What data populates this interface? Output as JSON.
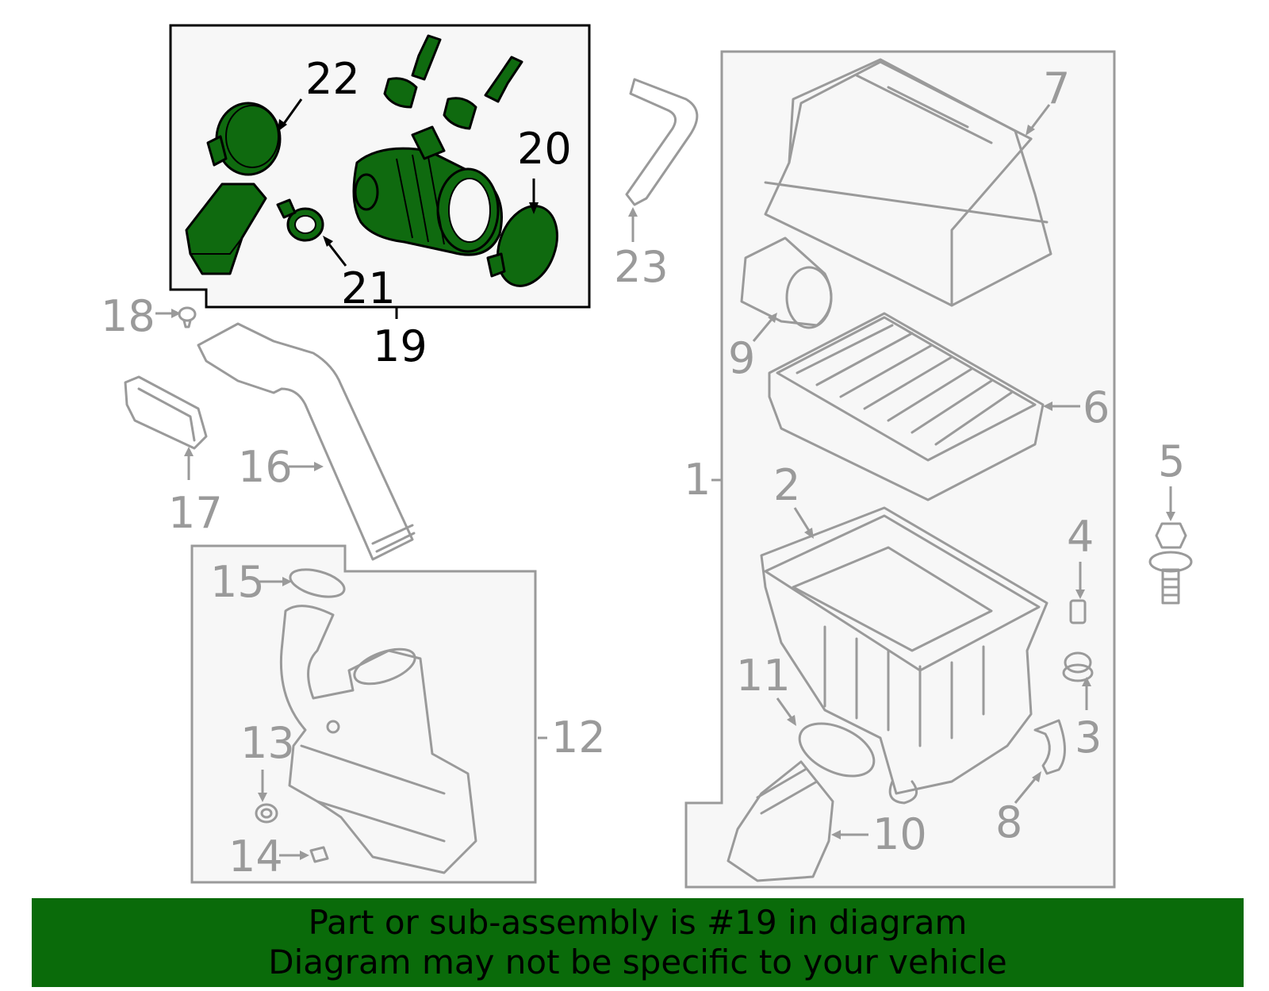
{
  "banner": {
    "line1": "Part or sub-assembly is #19 in diagram",
    "line2": "Diagram may not be specific to your vehicle"
  },
  "colors": {
    "highlight": "#0f6a0f",
    "banner": "#0a6b0a",
    "outline": "#9a9a9a",
    "panel_fill": "#f7f7f7"
  },
  "callouts": {
    "c1": "1",
    "c2": "2",
    "c3": "3",
    "c4": "4",
    "c5": "5",
    "c6": "6",
    "c7": "7",
    "c8": "8",
    "c9": "9",
    "c10": "10",
    "c11": "11",
    "c12": "12",
    "c13": "13",
    "c14": "14",
    "c15": "15",
    "c16": "16",
    "c17": "17",
    "c18": "18",
    "c19": "19",
    "c20": "20",
    "c21": "21",
    "c22": "22",
    "c23": "23"
  }
}
